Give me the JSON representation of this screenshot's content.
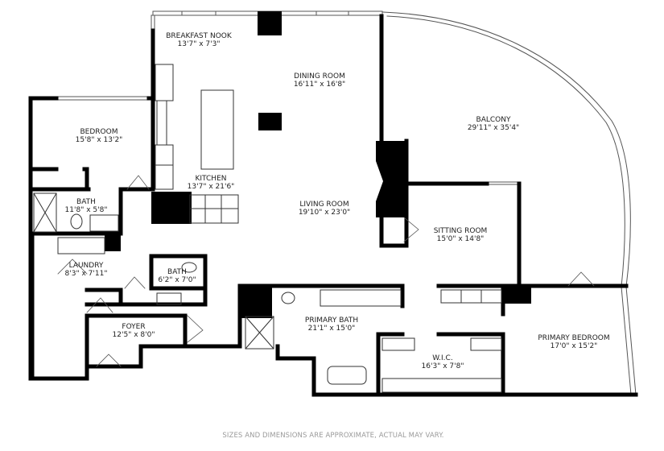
{
  "rooms": [
    {
      "name": "BREAKFAST NOOK",
      "dims": "13'7\" x 7'3\""
    },
    {
      "name": "DINING ROOM",
      "dims": "16'11\" x 16'8\""
    },
    {
      "name": "BALCONY",
      "dims": "29'11\" x 35'4\""
    },
    {
      "name": "BEDROOM",
      "dims": "15'8\" x 13'2\""
    },
    {
      "name": "KITCHEN",
      "dims": "13'7\" x 21'6\""
    },
    {
      "name": "BATH",
      "dims": "11'8\" x 5'8\""
    },
    {
      "name": "LIVING ROOM",
      "dims": "19'10\" x 23'0\""
    },
    {
      "name": "SITTING ROOM",
      "dims": "15'0\" x 14'8\""
    },
    {
      "name": "LAUNDRY",
      "dims": "8'3\" x 7'11\""
    },
    {
      "name": "BATH",
      "dims": "6'2\" x 7'0\""
    },
    {
      "name": "PRIMARY BATH",
      "dims": "21'1\" x 15'0\""
    },
    {
      "name": "FOYER",
      "dims": "12'5\" x 8'0\""
    },
    {
      "name": "PRIMARY BEDROOM",
      "dims": "17'0\" x 15'2\""
    },
    {
      "name": "W.I.C.",
      "dims": "16'3\" x 7'8\""
    }
  ],
  "footer": "SIZES AND DIMENSIONS ARE APPROXIMATE, ACTUAL MAY VARY."
}
